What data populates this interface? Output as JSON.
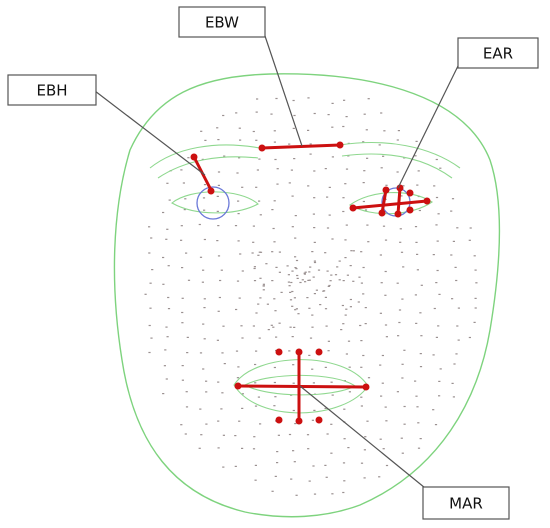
{
  "labels": {
    "ebw": "EBW",
    "ear": "EAR",
    "ebh": "EBH",
    "mar": "MAR"
  },
  "colors": {
    "mesh": "#7ed37e",
    "measure": "#cc1010",
    "iris": "#6a78d8",
    "dots": "#9a9090"
  }
}
